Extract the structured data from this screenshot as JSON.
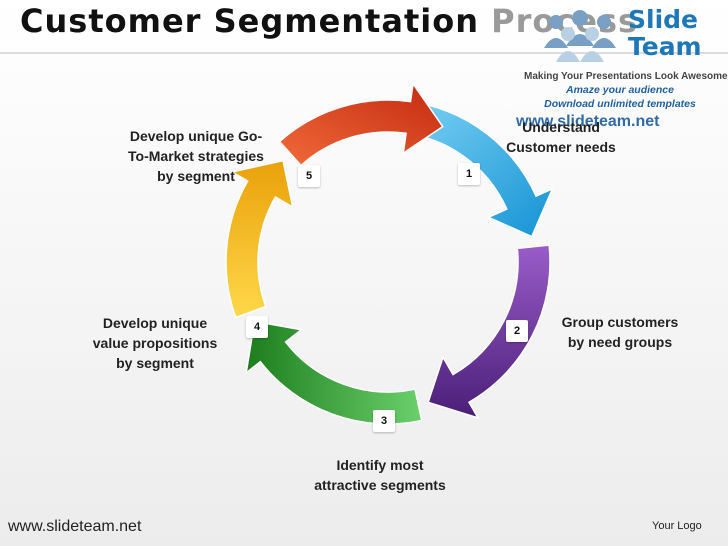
{
  "title": {
    "main": "Customer Segmentation",
    "faded": "Process"
  },
  "branding": {
    "logo_line1": "Slide",
    "logo_line2": "Team",
    "tagline": "Making Your Presentations Look Awesome",
    "promo_line1": "Amaze your audience",
    "promo_line2": "Download unlimited templates",
    "promo_url": "www.slideteam.net"
  },
  "steps": [
    {
      "number": "1",
      "label": "Understand\nCustomer needs",
      "color": "#29a9e0"
    },
    {
      "number": "2",
      "label": "Group customers\nby need groups",
      "color": "#6a2f9a"
    },
    {
      "number": "3",
      "label": "Identify most\nattractive segments",
      "color": "#2e9e2e"
    },
    {
      "number": "4",
      "label": "Develop unique\nvalue propositions\nby segment",
      "color": "#f2b515"
    },
    {
      "number": "5",
      "label": "Develop unique Go-\nTo-Market strategies\nby segment",
      "color": "#e0441c"
    }
  ],
  "footer": {
    "url": "www.slideteam.net",
    "logo_text": "Your Logo"
  }
}
